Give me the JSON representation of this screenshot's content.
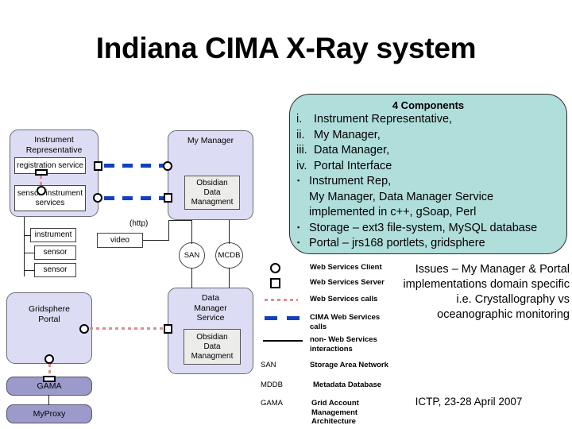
{
  "slide": {
    "title": "Indiana CIMA X-Ray system",
    "footer": "ICTP, 23-28 April 2007"
  },
  "colors": {
    "callout_fill": "#b0dedb",
    "box_fill": "#dcdcf4",
    "inner_box_fill": "#ececea",
    "gama_fill": "#9b9acb",
    "cima_dash": "#1440c0",
    "ws_dot": "#dd8e8e"
  },
  "callout": {
    "heading": "4 Components",
    "numbered": [
      {
        "marker": "i.",
        "label": "Instrument Representative,"
      },
      {
        "marker": "ii.",
        "label": "My Manager,"
      },
      {
        "marker": "iii.",
        "label": "Data Manager,"
      },
      {
        "marker": "iv.",
        "label": "Portal Interface"
      }
    ],
    "bullets": [
      {
        "line1": "Instrument Rep,",
        "line2": "My Manager, Data Manager Service",
        "line3": "implemented in c++, gSoap, Perl"
      },
      {
        "line1": "Storage – ext3 file-system, MySQL database"
      },
      {
        "line1": "Portal – jrs168 portlets, gridsphere"
      }
    ]
  },
  "issues": {
    "line1": "Issues – My Manager & Portal",
    "line2": "implementations domain specific",
    "line3": "i.e. Crystallography vs",
    "line4": "oceanographic monitoring"
  },
  "diagram": {
    "instrument_representative": {
      "title_line1": "Instrument",
      "title_line2": "Representative",
      "registration_service": "registration service",
      "sensor_services_line1": "sensor/ instrument",
      "sensor_services_line2": "services"
    },
    "devices": [
      {
        "label": "instrument"
      },
      {
        "label": "sensor"
      },
      {
        "label": "sensor"
      }
    ],
    "my_manager": {
      "title": "My Manager",
      "inner_line1": "Obsidian",
      "inner_line2": "Data",
      "inner_line3": "Managment"
    },
    "video": {
      "label": "video",
      "protocol": "(http)"
    },
    "storage_nodes": [
      {
        "label": "SAN"
      },
      {
        "label": "MCDB"
      }
    ],
    "data_manager": {
      "title_line1": "Data",
      "title_line2": "Manager",
      "title_line3": "Service",
      "inner_line1": "Obsidian",
      "inner_line2": "Data",
      "inner_line3": "Managment"
    },
    "gridsphere_portal": {
      "title_line1": "Gridsphere",
      "title_line2": "Portal"
    },
    "gama": {
      "label": "GAMA"
    },
    "myproxy": {
      "label": "MyProxy"
    }
  },
  "legend": {
    "rows": [
      {
        "symbol": "circle-icon",
        "label": "Web Services Client"
      },
      {
        "symbol": "square-icon",
        "label": "Web Services Server"
      },
      {
        "symbol": "red-dotted-line-icon",
        "label": "Web Services calls"
      },
      {
        "symbol": "blue-dashed-line-icon",
        "label": "CIMA Web Services calls"
      },
      {
        "symbol": "solid-line-icon",
        "label": "non- Web Services interactions"
      },
      {
        "symbol": "text-san",
        "word": "SAN",
        "label": "Storage Area Network"
      },
      {
        "symbol": "text-mddb",
        "word": "MDDB",
        "label": "Metadata Database"
      },
      {
        "symbol": "text-gama",
        "word": "GAMA",
        "label": "Grid Account Management Architecture"
      }
    ]
  }
}
